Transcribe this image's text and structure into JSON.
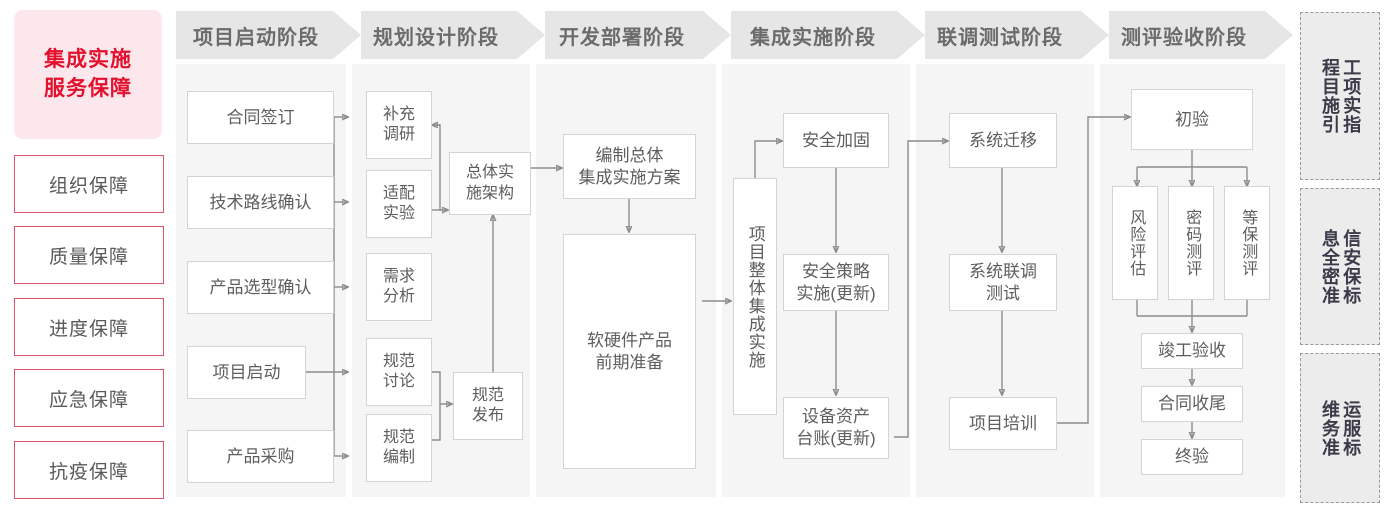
{
  "left_rail": {
    "title": "集成实施\n服务保障",
    "title_color": "#e3102e",
    "title_bg": "#fce8ec",
    "border_color": "#e2536a",
    "items": [
      {
        "label": "组织保障"
      },
      {
        "label": "质量保障"
      },
      {
        "label": "进度保障"
      },
      {
        "label": "应急保障"
      },
      {
        "label": "抗疫保障"
      }
    ]
  },
  "stages": [
    {
      "name": "项目启动阶段"
    },
    {
      "name": "规划设计阶段"
    },
    {
      "name": "开发部署阶段"
    },
    {
      "name": "集成实施阶段"
    },
    {
      "name": "联调测试阶段"
    },
    {
      "name": "测评验收阶段"
    }
  ],
  "nodes": {
    "contract_sign": "合同签订",
    "tech_route": "技术路线确认",
    "product_select": "产品选型确认",
    "project_kickoff": "项目启动",
    "product_purchase": "产品采购",
    "extra_research": "补充\n调研",
    "adapt_test": "适配\n实验",
    "req_analysis": "需求\n分析",
    "spec_discuss": "规范\n讨论",
    "spec_draft": "规范\n编制",
    "overall_arch": "总体实\n施架构",
    "spec_release": "规范\n发布",
    "compile_plan": "编制总体\n集成实施方案",
    "hw_sw_prep": "软硬件产品\n前期准备",
    "overall_integration": "项目整体集成实施",
    "security_harden": "安全加固",
    "security_policy": "安全策略\n实施(更新)",
    "asset_ledger": "设备资产\n台账(更新)",
    "sys_migration": "系统迁移",
    "sys_joint_test": "系统联调\n测试",
    "project_training": "项目培训",
    "initial_accept": "初验",
    "risk_assess": "风险评估",
    "crypto_eval": "密码测评",
    "mlps_eval": "等保测评",
    "completion_accept": "竣工验收",
    "contract_close": "合同收尾",
    "final_accept": "终验"
  },
  "standards_rail": {
    "items": [
      {
        "col_right": "程目施引",
        "col_left": "工项实指",
        "full": "工程项目实施指引"
      },
      {
        "col_right": "息全密准",
        "col_left": "信安保标",
        "full": "信息安全保密标准"
      },
      {
        "col_right": "维务准",
        "col_left": "运服标",
        "full": "运维服务标准"
      }
    ]
  },
  "colors": {
    "stage_band": "#e6e6e6",
    "stage_text": "#6b6b6b",
    "column_well": "#f5f5f5",
    "node_border": "#d4d4d4",
    "node_text": "#5e5e5e",
    "wire": "#8c8c8c",
    "accent_red": "#e3102e",
    "standards_bg": "#ececec"
  }
}
